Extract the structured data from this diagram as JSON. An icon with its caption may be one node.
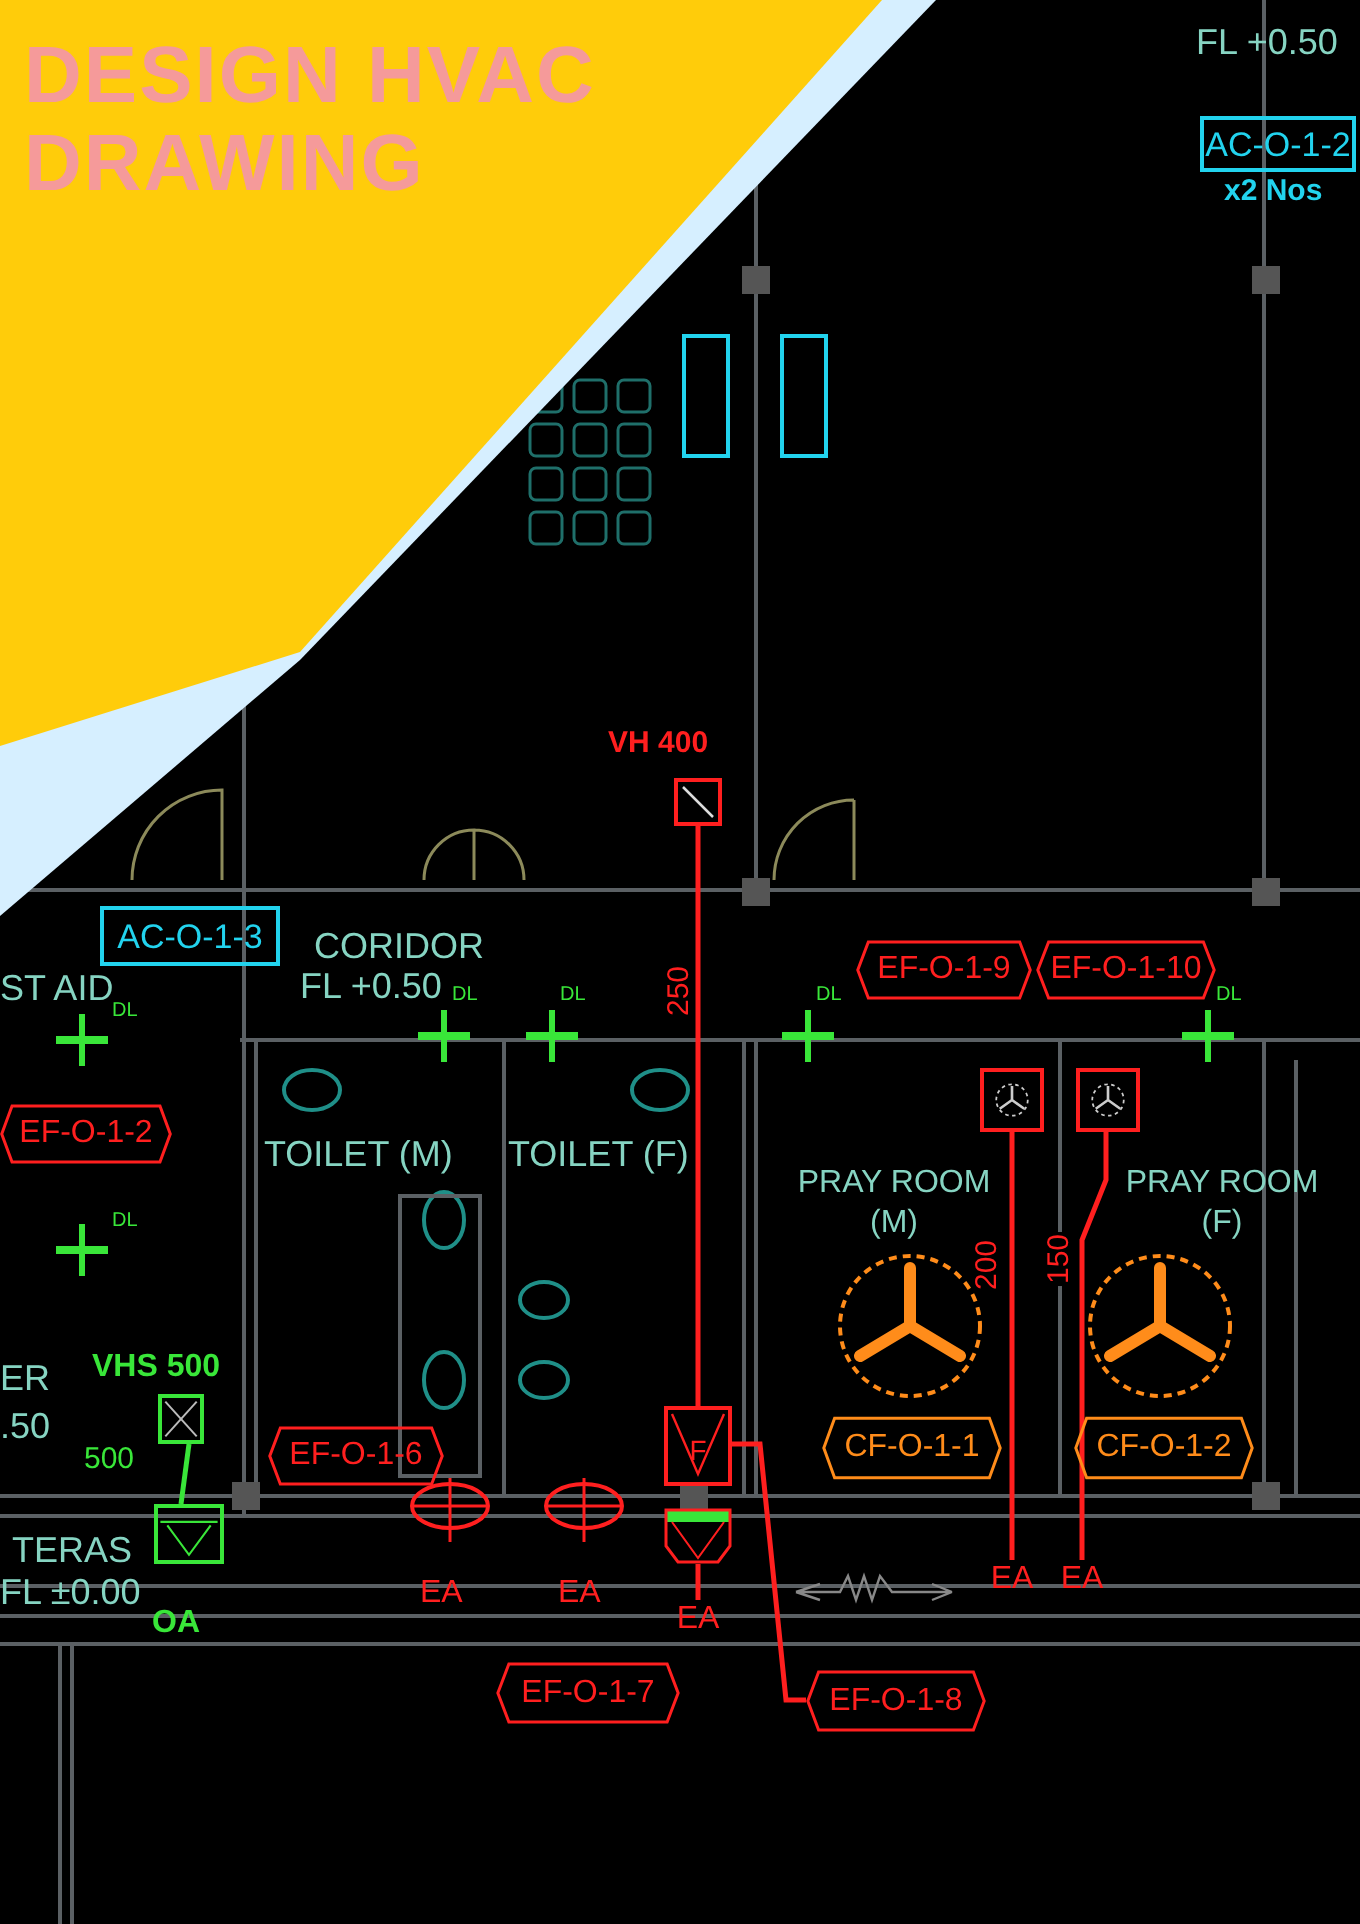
{
  "diagram": {
    "title": "DESIGN HVAC DRAWING",
    "nodes": [
      {
        "text": [
          "AC-O-1-2"
        ],
        "beside": [
          "x2 Nos"
        ]
      },
      {
        "text": [
          "AC-O-1-3"
        ]
      },
      {
        "text": [
          "EF-O-1-2"
        ]
      },
      {
        "text": [
          "EF-O-1-9"
        ]
      },
      {
        "text": [
          "EF-O-1-10"
        ]
      },
      {
        "text": [
          "EF-O-1-6"
        ]
      },
      {
        "text": [
          "CF-O-1-1"
        ]
      },
      {
        "text": [
          "CF-O-1-2"
        ]
      },
      {
        "text": [
          "EF-O-1-7"
        ]
      },
      {
        "text": [
          "EF-O-1-8"
        ]
      },
      {
        "text": [],
        "shape": "box",
        "beside": [
          "VH 400"
        ]
      },
      {
        "text": [
          "F"
        ]
      },
      {
        "text": [],
        "shape": "box"
      },
      {
        "text": [],
        "shape": "box"
      },
      {
        "text": [],
        "shape": "box",
        "beside": [
          "VHS 500"
        ]
      },
      {
        "text": [],
        "shape": "box",
        "beside": [
          "OA"
        ]
      },
      {
        "text": [
          "EA"
        ]
      },
      {
        "text": [
          "EA"
        ]
      },
      {
        "text": [
          "EA"
        ]
      }
    ],
    "edges": [
      {
        "from": 10,
        "to": 11,
        "arrow": "none",
        "label": "250"
      },
      {
        "from": 11,
        "to": 18,
        "arrow": "none"
      },
      {
        "from": 9,
        "to": 11,
        "arrow": "none"
      },
      {
        "from": 12,
        "to": 16,
        "arrow": "none",
        "label": "200"
      },
      {
        "from": 13,
        "to": 17,
        "arrow": "none",
        "label": "150"
      },
      {
        "from": 14,
        "to": 15,
        "arrow": "none",
        "color": "#39e639"
      }
    ],
    "labels": [
      "FL +0.50",
      "ST AID",
      "CORIDOR",
      "FL +0.50",
      "DL",
      "DL",
      "DL",
      "DL",
      "DL",
      "TOILET (M)",
      "TOILET (F)",
      "PRAY ROOM (M)",
      "PRAY ROOM (F)",
      "DL",
      "ER",
      ".50",
      "500",
      "TERAS",
      "FL ±0.00",
      "EA",
      "EA"
    ]
  }
}
